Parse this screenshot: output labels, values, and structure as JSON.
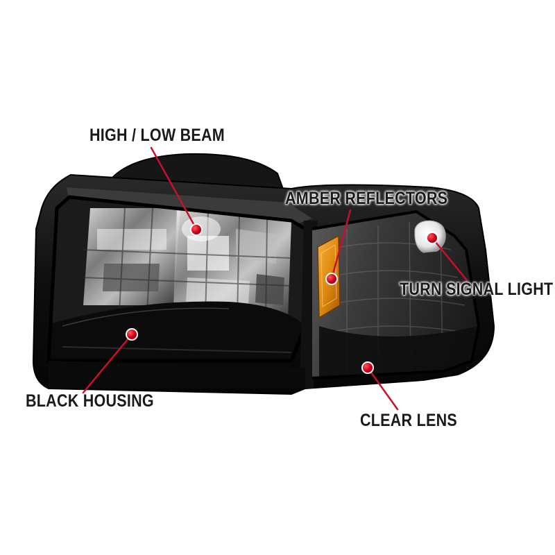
{
  "callouts": {
    "high_low_beam": "HIGH / LOW BEAM",
    "amber_reflectors": "AMBER REFLECTORS",
    "turn_signal_light": "TURN SIGNAL LIGHT",
    "black_housing": "BLACK HOUSING",
    "clear_lens": "CLEAR LENS"
  },
  "colors": {
    "leader_line": "#c8102e",
    "marker_dot": "#d0021b",
    "amber": "#e08a10",
    "housing": "#0c0c0c"
  }
}
